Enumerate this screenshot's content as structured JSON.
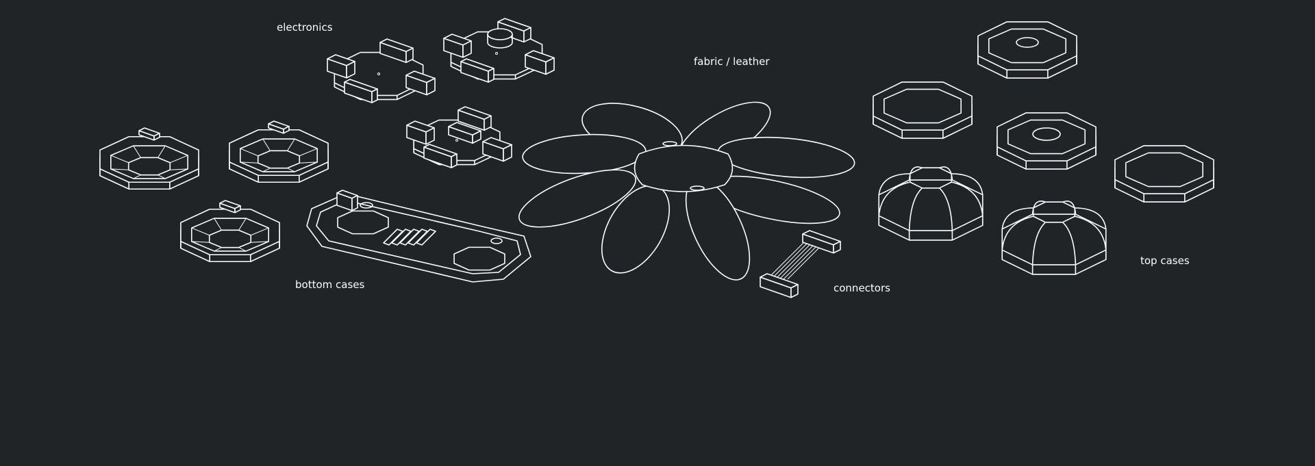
{
  "labels": {
    "electronics": "electronics",
    "fabric": "fabric / leather",
    "bottom_cases": "bottom cases",
    "connectors": "connectors",
    "top_cases": "top cases"
  },
  "colors": {
    "background": "#202427",
    "line": "#ffffff"
  }
}
